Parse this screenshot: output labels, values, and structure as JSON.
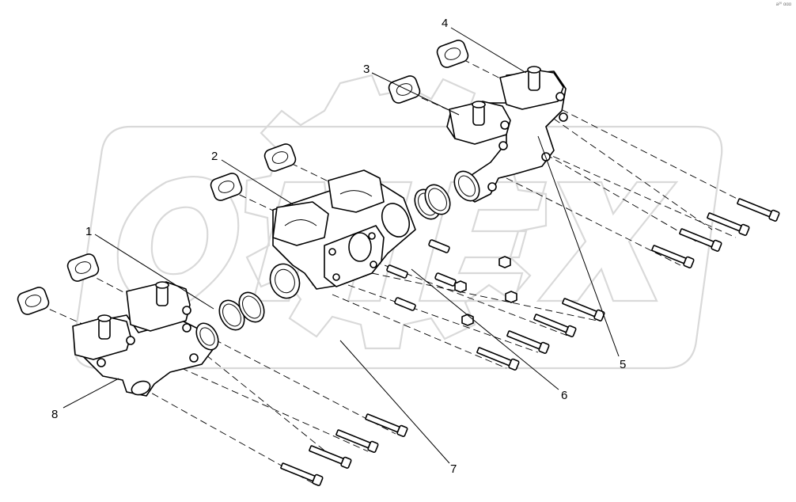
{
  "corner_code": "a²⁰ ɑɑɑ",
  "callouts": [
    {
      "id": "1",
      "label": "1"
    },
    {
      "id": "2",
      "label": "2"
    },
    {
      "id": "3",
      "label": "3"
    },
    {
      "id": "4",
      "label": "4"
    },
    {
      "id": "5",
      "label": "5"
    },
    {
      "id": "6",
      "label": "6"
    },
    {
      "id": "7",
      "label": "7"
    },
    {
      "id": "8",
      "label": "8"
    }
  ],
  "watermark": "OMEX"
}
